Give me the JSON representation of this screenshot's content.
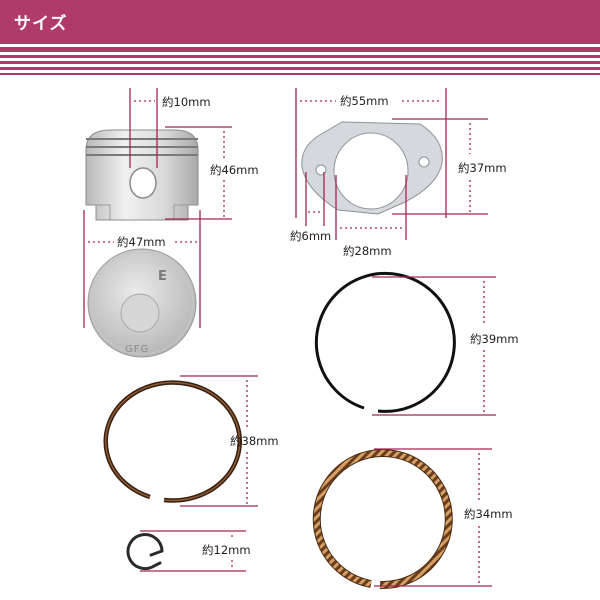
{
  "header": {
    "title": "サイズ"
  },
  "colors": {
    "header_bg": "#b03a69",
    "dimension_line": "#a3264f",
    "text": "#222222"
  },
  "piston": {
    "pin_label": "約10mm",
    "height_label": "約46mm",
    "diameter_label": "約47mm",
    "crown_mark": "E",
    "crown_text": "GFG"
  },
  "gasket": {
    "width_label": "約55mm",
    "height_label": "約37mm",
    "bolt_hole_label": "約6mm",
    "bore_label": "約28mm"
  },
  "rings": {
    "top_right_label": "約39mm",
    "left_label": "約38mm",
    "wavy_label": "約34mm",
    "clip_label": "約12mm"
  }
}
